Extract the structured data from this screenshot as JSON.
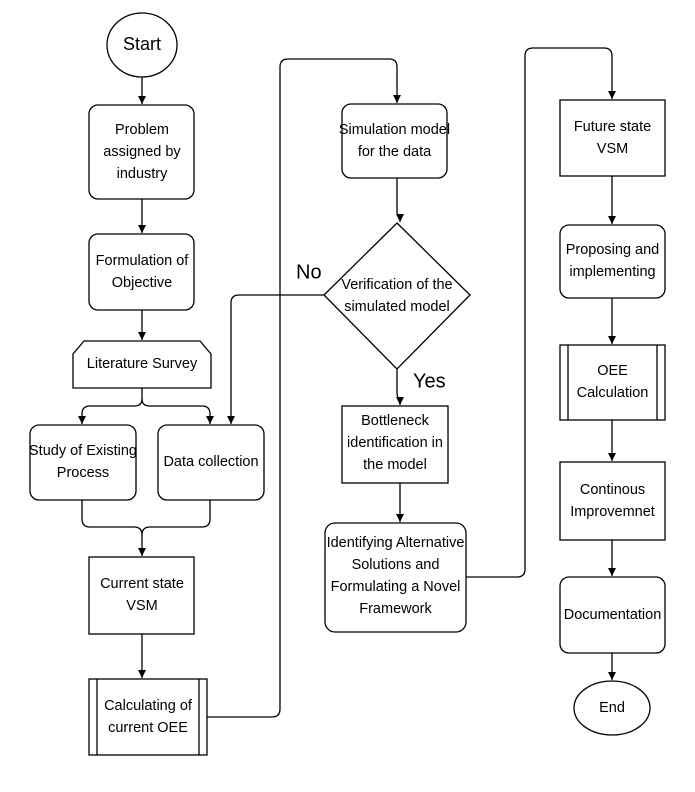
{
  "diagram": {
    "nodes": {
      "start": "Start",
      "problem": "Problem\nassigned by\nindustry",
      "objective": "Formulation of\nObjective",
      "literature": "Literature Survey",
      "existing": "Study of Existing\nProcess",
      "datacollection": "Data collection",
      "currentvsm": "Current state\nVSM",
      "currentoee": "Calculating of\ncurrent OEE",
      "simmodel": "Simulation model\nfor the data",
      "verification": "Verification of the\nsimulated model",
      "bottleneck": "Bottleneck\nidentification in\nthe model",
      "alternatives": "Identifying Alternative\nSolutions and\nFormulating a Novel\nFramework",
      "futurevsm": "Future state\nVSM",
      "proposing": "Proposing and\nimplementing",
      "oee": "OEE\nCalculation",
      "continuous": "Continous\nImprovemnet",
      "documentation": "Documentation",
      "end": "End"
    },
    "edge_labels": {
      "no": "No",
      "yes": "Yes"
    }
  }
}
